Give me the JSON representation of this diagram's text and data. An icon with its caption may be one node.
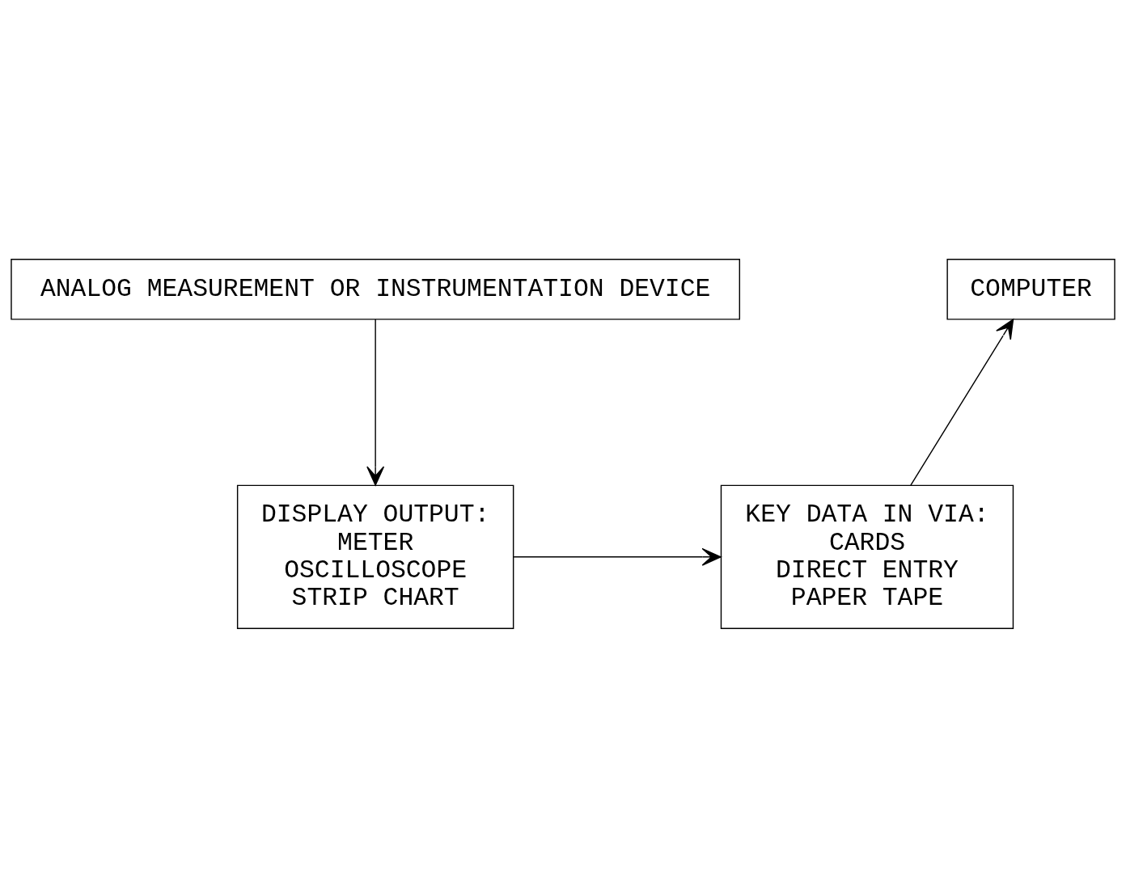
{
  "diagram": {
    "nodes": [
      {
        "text": [
          "ANALOG MEASUREMENT OR INSTRUMENTATION DEVICE"
        ]
      },
      {
        "text": [
          "COMPUTER"
        ]
      },
      {
        "text": [
          "DISPLAY OUTPUT:",
          "METER",
          "OSCILLOSCOPE",
          "STRIP CHART"
        ]
      },
      {
        "text": [
          "KEY DATA IN VIA:",
          "CARDS",
          "DIRECT ENTRY",
          "PAPER TAPE"
        ]
      }
    ],
    "edges": [
      {
        "from": 0,
        "to": 2,
        "arrow": "to"
      },
      {
        "from": 2,
        "to": 3,
        "arrow": "to"
      },
      {
        "from": 3,
        "to": 1,
        "arrow": "to"
      }
    ]
  }
}
